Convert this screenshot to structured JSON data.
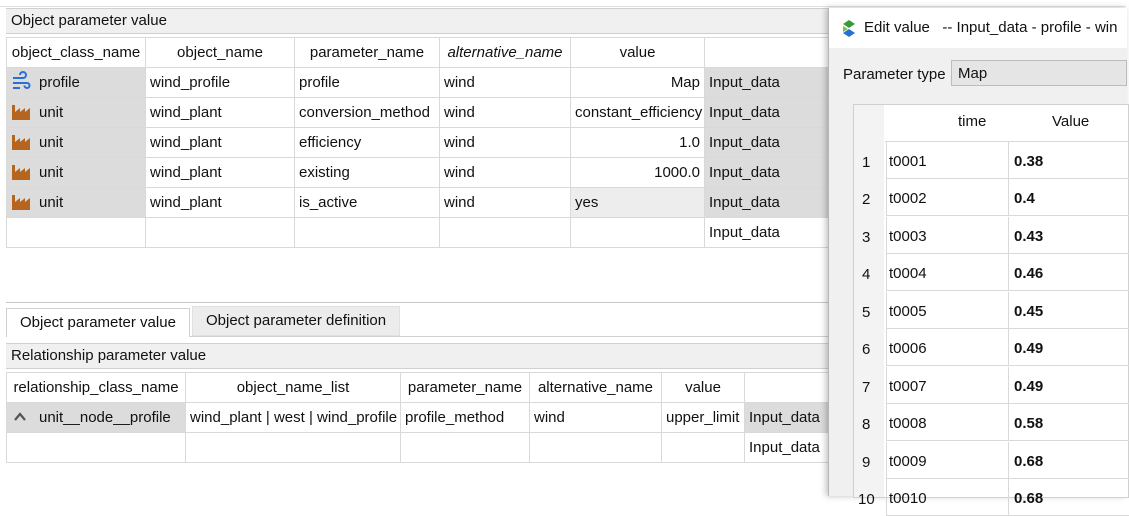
{
  "object_panel": {
    "title": "Object parameter value",
    "headers": [
      "object_class_name",
      "object_name",
      "parameter_name",
      "alternative_name",
      "value",
      ""
    ],
    "rows": [
      {
        "class": "profile",
        "icon": "wind-icon",
        "object": "wind_profile",
        "param": "profile",
        "alt": "wind",
        "value": "Map",
        "db": "Input_data"
      },
      {
        "class": "unit",
        "icon": "factory-icon",
        "object": "wind_plant",
        "param": "conversion_method",
        "alt": "wind",
        "value": "constant_efficiency",
        "db": "Input_data"
      },
      {
        "class": "unit",
        "icon": "factory-icon",
        "object": "wind_plant",
        "param": "efficiency",
        "alt": "wind",
        "value": "1.0",
        "db": "Input_data"
      },
      {
        "class": "unit",
        "icon": "factory-icon",
        "object": "wind_plant",
        "param": "existing",
        "alt": "wind",
        "value": "1000.0",
        "db": "Input_data"
      },
      {
        "class": "unit",
        "icon": "factory-icon",
        "object": "wind_plant",
        "param": "is_active",
        "alt": "wind",
        "value": "yes",
        "db": "Input_data"
      }
    ],
    "empty_row_db": "Input_data"
  },
  "tabs": [
    "Object parameter value",
    "Object parameter definition"
  ],
  "relationship_panel": {
    "title": "Relationship parameter value",
    "headers": [
      "relationship_class_name",
      "object_name_list",
      "parameter_name",
      "alternative_name",
      "value",
      ""
    ],
    "rows": [
      {
        "class": "unit__node__profile",
        "objects": "wind_plant | west | wind_profile",
        "param": "profile_method",
        "alt": "wind",
        "value": "upper_limit",
        "db": "Input_data"
      }
    ],
    "empty_row_db": "Input_data"
  },
  "dialog": {
    "title": "Edit value",
    "subtitle": "-- Input_data - profile - win",
    "param_type_label": "Parameter type",
    "param_type_value": "Map",
    "col_time": "time",
    "col_value": "Value",
    "rows": [
      {
        "n": "1",
        "t": "t0001",
        "v": "0.38"
      },
      {
        "n": "2",
        "t": "t0002",
        "v": "0.4"
      },
      {
        "n": "3",
        "t": "t0003",
        "v": "0.43"
      },
      {
        "n": "4",
        "t": "t0004",
        "v": "0.46"
      },
      {
        "n": "5",
        "t": "t0005",
        "v": "0.45"
      },
      {
        "n": "6",
        "t": "t0006",
        "v": "0.49"
      },
      {
        "n": "7",
        "t": "t0007",
        "v": "0.49"
      },
      {
        "n": "8",
        "t": "t0008",
        "v": "0.58"
      },
      {
        "n": "9",
        "t": "t0009",
        "v": "0.68"
      },
      {
        "n": "10",
        "t": "t0010",
        "v": "0.68"
      }
    ]
  },
  "colors": {
    "wind_icon": "#2a6fd6",
    "factory_icon": "#b5651d",
    "selected_gray": "#dcdcdc"
  }
}
